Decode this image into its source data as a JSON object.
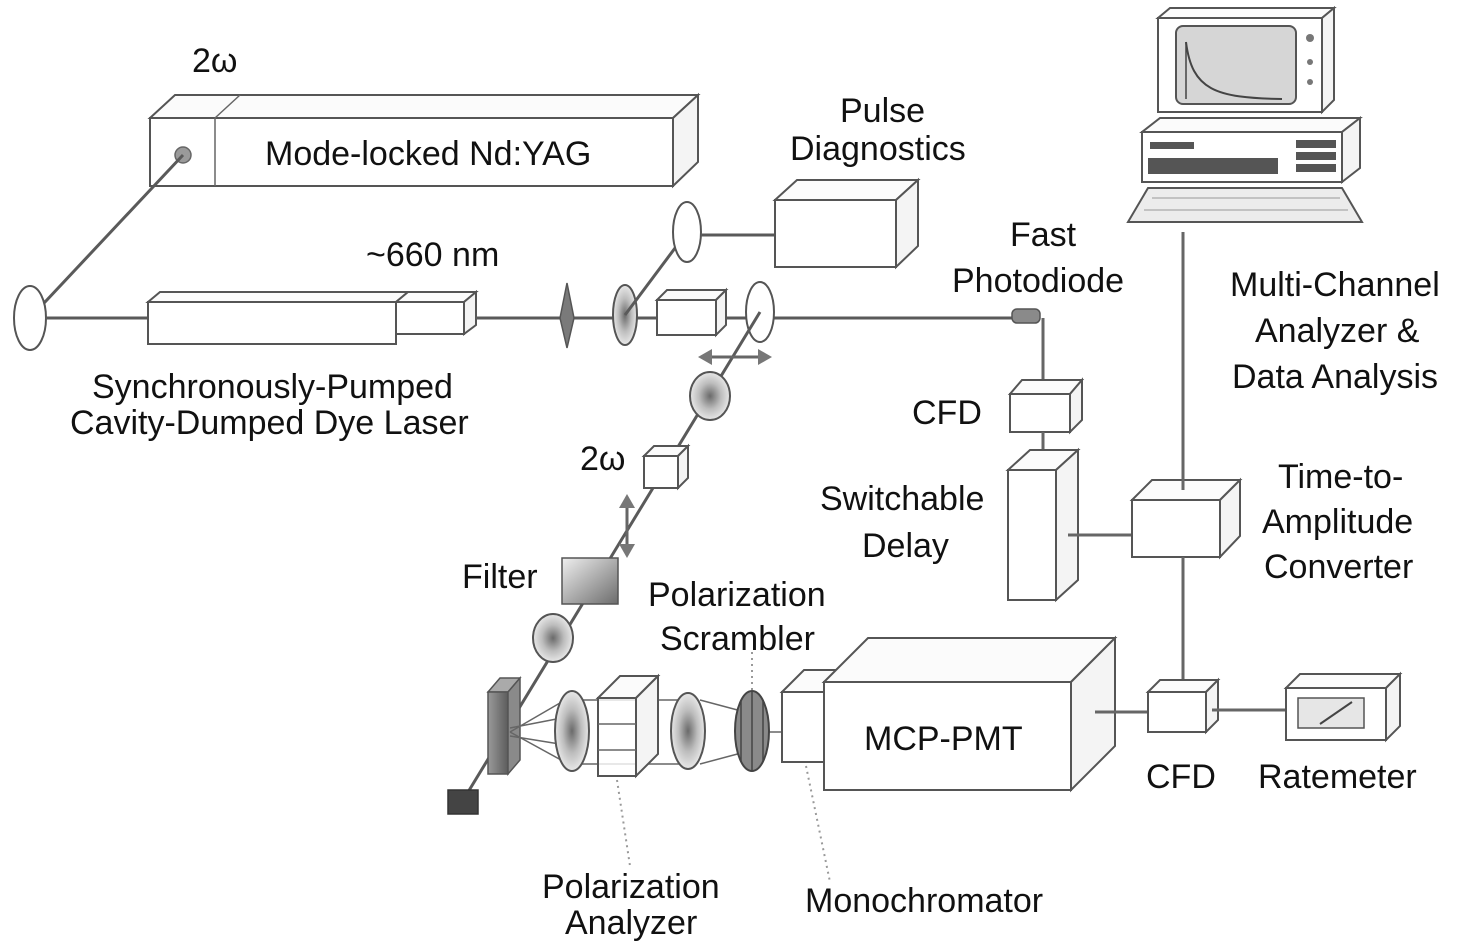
{
  "labels": {
    "omega_yag": "2ω",
    "yag": "Mode-locked Nd:YAG",
    "pulse_diag_1": "Pulse",
    "pulse_diag_2": "Diagnostics",
    "wavelength": "~660 nm",
    "dye_1": "Synchronously-Pumped",
    "dye_2": "Cavity-Dumped Dye Laser",
    "photodiode_1": "Fast",
    "photodiode_2": "Photodiode",
    "mca_1": "Multi-Channel",
    "mca_2": "Analyzer &",
    "mca_3": "Data Analysis",
    "cfd_top": "CFD",
    "omega_beam": "2ω",
    "delay_1": "Switchable",
    "delay_2": "Delay",
    "tac_1": "Time-to-",
    "tac_2": "Amplitude",
    "tac_3": "Converter",
    "filter": "Filter",
    "scrambler_1": "Polarization",
    "scrambler_2": "Scrambler",
    "mcp": "MCP-PMT",
    "cfd_bottom": "CFD",
    "ratemeter": "Ratemeter",
    "analyzer_1": "Polarization",
    "analyzer_2": "Analyzer",
    "monochromator": "Monochromator"
  },
  "colors": {
    "line": "#5a5a5a",
    "box_stroke": "#555555",
    "text": "#111111"
  }
}
